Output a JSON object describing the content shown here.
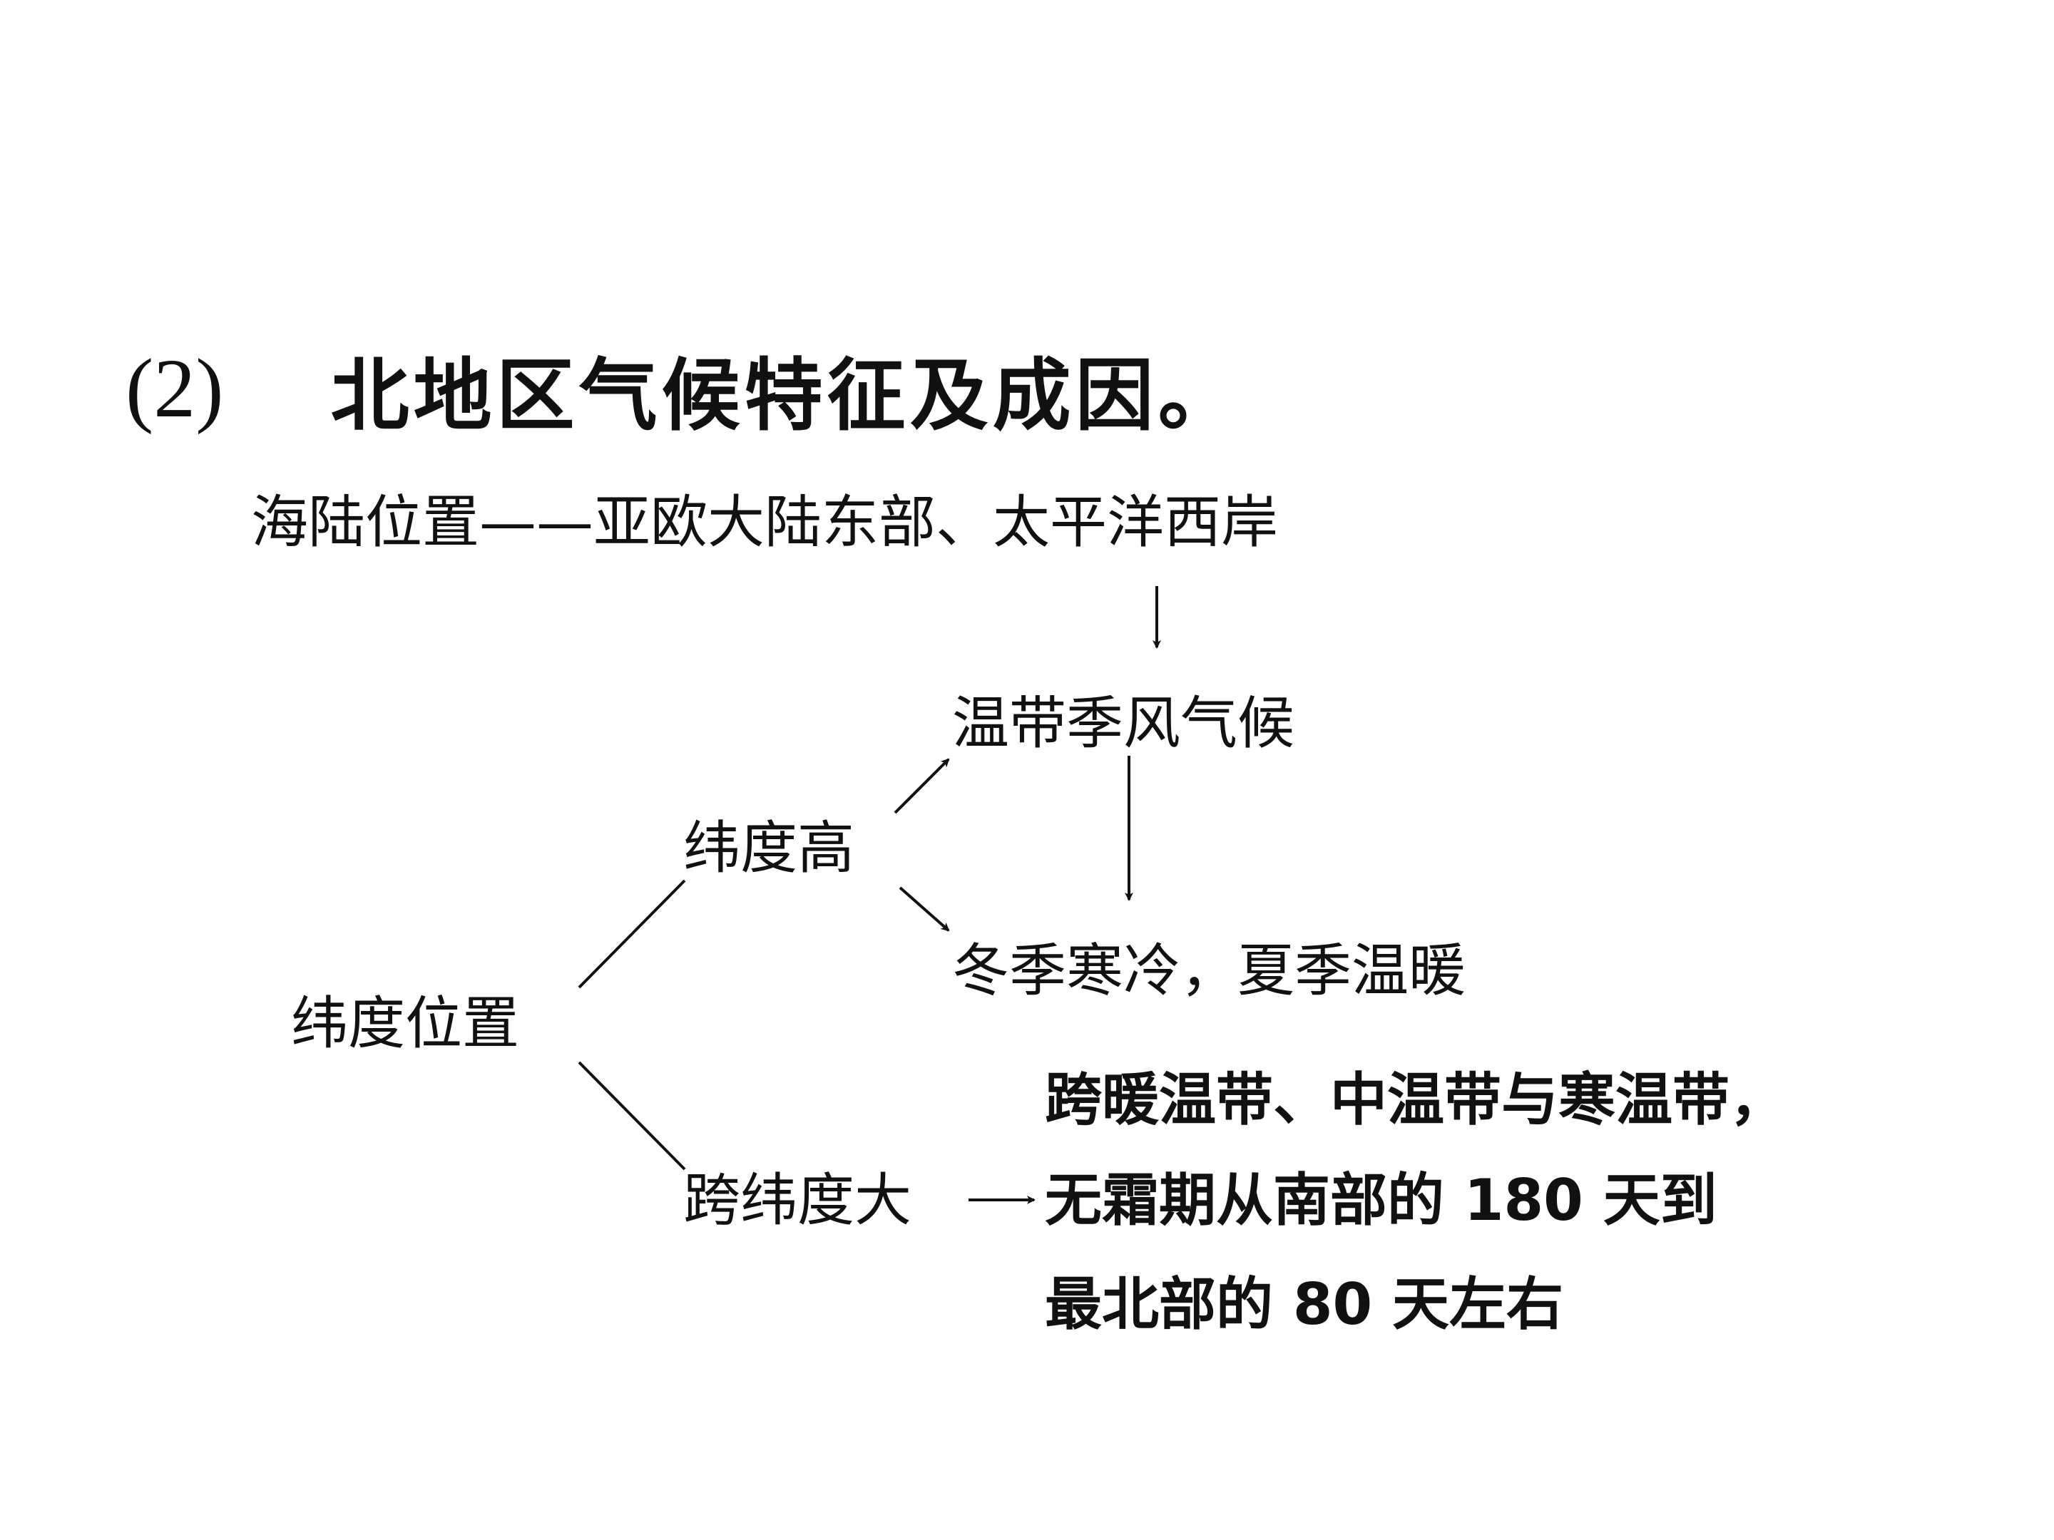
{
  "title": {
    "number": "(2)",
    "text": "北地区气候特征及成因。"
  },
  "nodes": {
    "sea_land_label": "海陆位置",
    "sea_land_dash": "——",
    "sea_land_value": "亚欧大陆东部、太平洋西岸",
    "climate_type": "温带季风气候",
    "latitude_high": "纬度高",
    "winter_summer": "冬季寒冷，夏季温暖",
    "latitude_position": "纬度位置",
    "lat_span_large": "跨纬度大",
    "frost_line1": "跨暖温带、中温带与寒温带，",
    "frost_line2": "无霜期从南部的 180 天到",
    "frost_line3": "最北部的 80 天左右"
  }
}
